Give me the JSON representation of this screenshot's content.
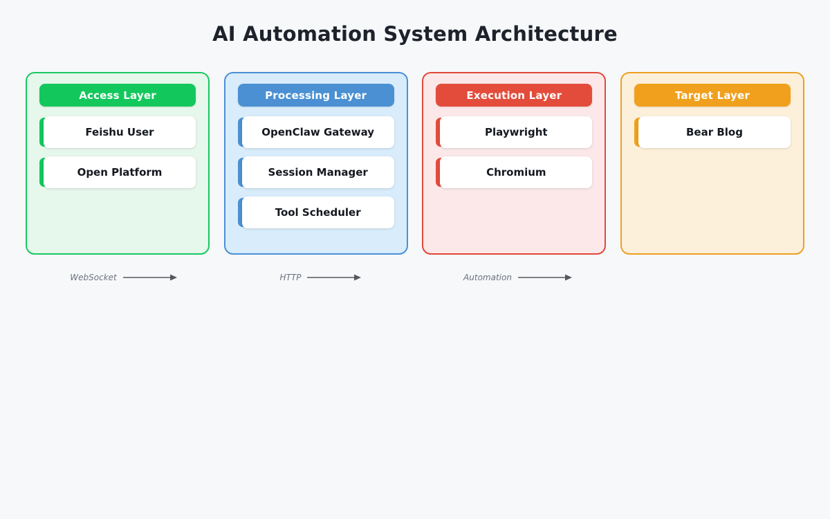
{
  "page": {
    "title": "AI Automation System Architecture",
    "background_color": "#f7f8fa"
  },
  "layers": [
    {
      "id": "access-layer",
      "header": "Access Layer",
      "accent_color": "#12c85c",
      "panel_color": "#e6f7ec",
      "items": [
        "Feishu User",
        "Open Platform"
      ]
    },
    {
      "id": "processing-layer",
      "header": "Processing Layer",
      "accent_color": "#4a90d2",
      "panel_color": "#d9ecfb",
      "items": [
        "OpenClaw Gateway",
        "Session Manager",
        "Tool Scheduler"
      ]
    },
    {
      "id": "execution-layer",
      "header": "Execution Layer",
      "accent_color": "#e34c3b",
      "panel_color": "#fce8e8",
      "items": [
        "Playwright",
        "Chromium"
      ]
    },
    {
      "id": "target-layer",
      "header": "Target Layer",
      "accent_color": "#f0a01c",
      "panel_color": "#fdf0da",
      "items": [
        "Bear Blog"
      ]
    }
  ],
  "connectors": [
    {
      "label": "WebSocket",
      "from": "Access Layer",
      "to": "Processing Layer",
      "icon": "arrow-right-icon"
    },
    {
      "label": "HTTP",
      "from": "Processing Layer",
      "to": "Execution Layer",
      "icon": "arrow-right-icon"
    },
    {
      "label": "Automation",
      "from": "Execution Layer",
      "to": "Target Layer",
      "icon": "arrow-right-icon"
    }
  ]
}
